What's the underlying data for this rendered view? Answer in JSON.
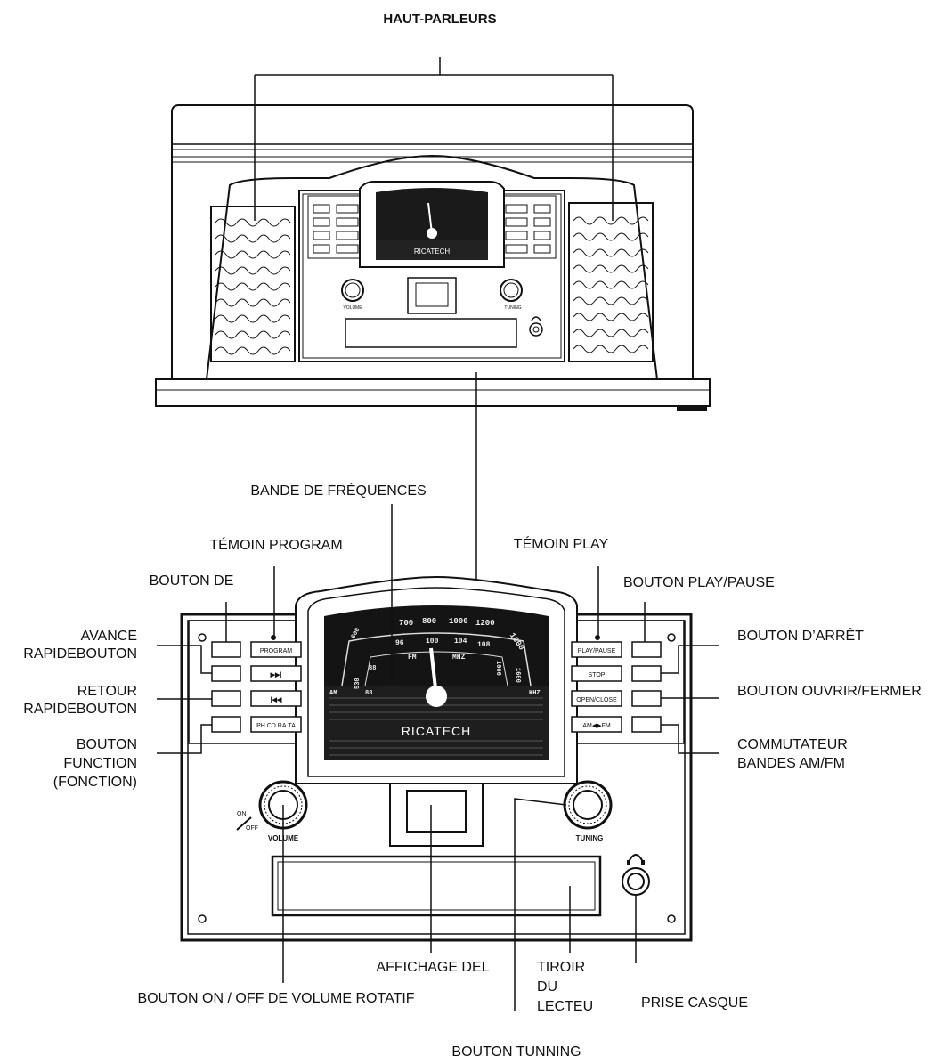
{
  "labels": {
    "speakers": "HAUT-PARLEURS",
    "frequency_band": "BANDE DE FRÉQUENCES",
    "program_indicator": "TÉMOIN PROGRAM",
    "play_indicator": "TÉMOIN PLAY",
    "program_button": "BOUTON DE",
    "play_pause_button": "BOUTON PLAY/PAUSE",
    "fast_forward_line1": "AVANCE",
    "fast_forward_line2": "RAPIDEBOUTON",
    "stop_button": "BOUTON D’ARRÊT",
    "rewind_line1": "RETOUR",
    "rewind_line2": "RAPIDEBOUTON",
    "open_close_button": "BOUTON OUVRIR/FERMER",
    "function_line1": "BOUTON",
    "function_line2": "FUNCTION",
    "function_line3": "(FONCTION)",
    "band_switch_line1": "COMMUTATEUR",
    "band_switch_line2": "BANDES AM/FM",
    "led_display": "AFFICHAGE DEL",
    "volume_knob": "BOUTON ON / OFF DE VOLUME ROTATIF",
    "drawer_line1": "TIROIR",
    "drawer_line2": "DU",
    "drawer_line3": "LECTEU",
    "headphone_jack": "PRISE CASQUE",
    "tuning_knob": "BOUTON TUNNING"
  },
  "device": {
    "brand": "RICATECH",
    "buttons_left": [
      "PROGRAM",
      "▶▶|",
      "|◀◀",
      "PH.CD.RA.TA"
    ],
    "buttons_right": [
      "PLAY/PAUSE",
      "STOP",
      "OPEN/CLOSE",
      "AM◀▶FM"
    ],
    "knob_volume": "VOLUME",
    "knob_tuning": "TUNING",
    "power_mark_on": "ON",
    "power_mark_off": "OFF",
    "dial_top_scale": [
      "700",
      "800",
      "1000",
      "1200",
      "1600"
    ],
    "dial_fm_scale": [
      "96",
      "100",
      "104",
      "108"
    ],
    "dial_fm": "FM",
    "dial_mhz": "MHZ",
    "dial_left_vals": [
      "600",
      "530",
      "88"
    ],
    "dial_am": "AM",
    "dial_khz": "KHZ",
    "dial_right_vals": [
      "1600",
      "1000",
      "88"
    ]
  }
}
